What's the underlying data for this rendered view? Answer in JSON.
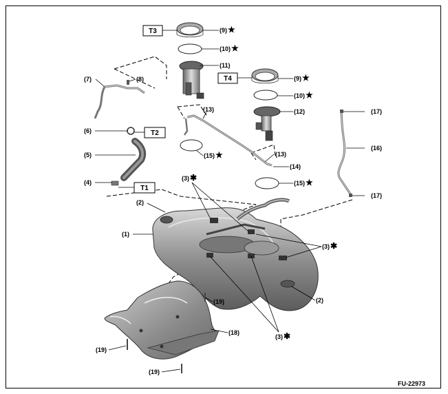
{
  "figure_code": "FU-22973",
  "star_symbol": "★",
  "asterisk_symbol": "✱",
  "tool_labels": {
    "t1": "T1",
    "t2": "T2",
    "t3": "T3",
    "t4": "T4"
  },
  "callouts": {
    "p1": "(1)",
    "p2a": "(2)",
    "p2b": "(2)",
    "p3a": "(3)",
    "p3b": "(3)",
    "p3c": "(3)",
    "p4": "(4)",
    "p5": "(5)",
    "p6": "(6)",
    "p7": "(7)",
    "p8": "(8)",
    "p9a": "(9)",
    "p9b": "(9)",
    "p10a": "(10)",
    "p10b": "(10)",
    "p11": "(11)",
    "p12": "(12)",
    "p13a": "(13)",
    "p13b": "(13)",
    "p14": "(14)",
    "p15a": "(15)",
    "p15b": "(15)",
    "p16": "(16)",
    "p17a": "(17)",
    "p17b": "(17)",
    "p18": "(18)",
    "p19a": "(19)",
    "p19b": "(19)",
    "p19c": "(19)"
  }
}
